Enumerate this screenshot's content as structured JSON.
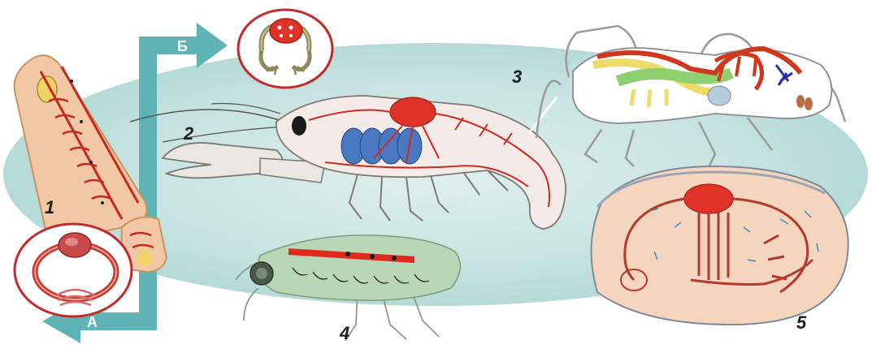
{
  "labels": {
    "n1": "1",
    "n2": "2",
    "n3": "3",
    "n4": "4",
    "n5": "5",
    "arrow_a": "А",
    "arrow_b": "Б"
  },
  "colors": {
    "background_ellipse": "#c5e2e0",
    "arrow": "#5fb3b5",
    "vessel_red": "#cc2a22",
    "heart_red": "#e03328",
    "gill_blue": "#4a78c0",
    "insect_body": "#b9d7b6",
    "shell_pink": "#f6d5be",
    "crayfish_body": "#f4ebe8",
    "worm_body": "#f1c7a6"
  },
  "icons": [
    "earthworm-closed-circulation",
    "crayfish-open-circulation",
    "spider-open-circulation",
    "insect-dorsal-vessel",
    "mollusc-circulation",
    "closed-system-schematic",
    "open-system-schematic"
  ]
}
